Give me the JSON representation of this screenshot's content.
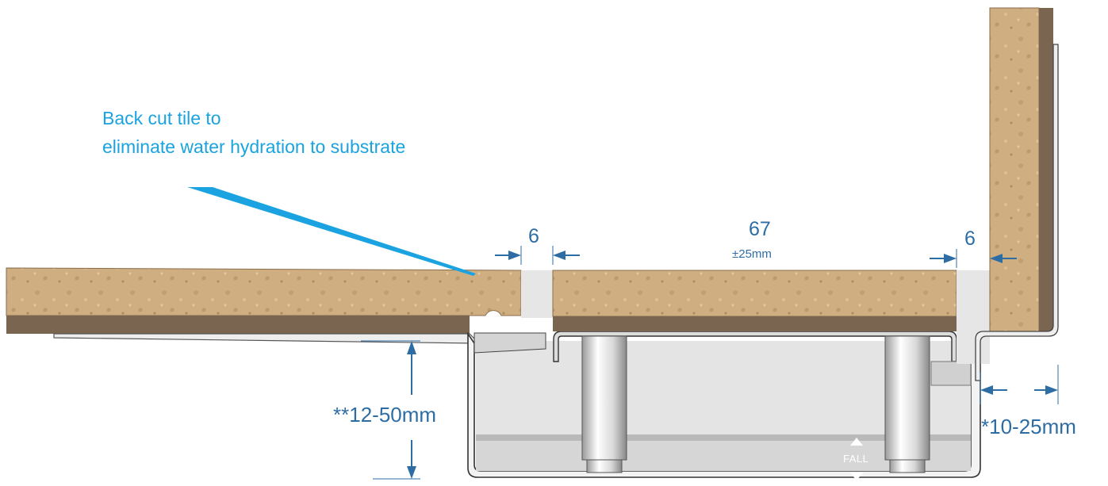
{
  "annotation": {
    "line1": "Back cut tile to",
    "line2": "eliminate water hydration to substrate"
  },
  "dimensions": {
    "gap_left": "6",
    "tile_width": "67",
    "tile_tolerance": "±25mm",
    "gap_right": "6",
    "depth": "**12-50mm",
    "side_offset": "*10-25mm"
  },
  "fall_label": "FALL",
  "colors": {
    "annotation": "#1aa3e0",
    "dimension": "#2e6da4",
    "tile": "#c9a77a",
    "substrate": "#7a6650",
    "channel": "#dcdcdc",
    "channel_stroke": "#444444"
  }
}
